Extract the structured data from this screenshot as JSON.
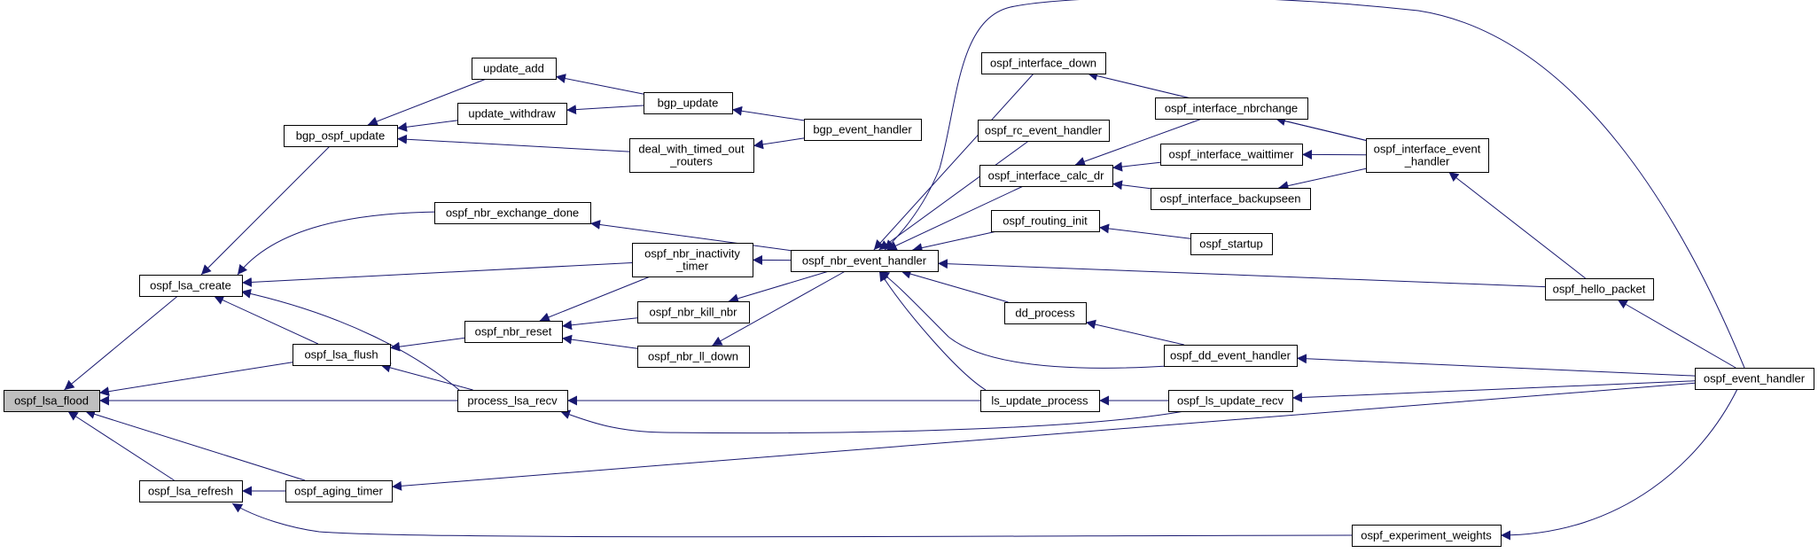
{
  "colors": {
    "edge": "#191970",
    "node_border": "#000000",
    "node_fill": "#ffffff",
    "root_fill": "#bfbfbf"
  },
  "nodes": [
    {
      "id": "ospf_lsa_flood",
      "lines": [
        "ospf_lsa_flood"
      ]
    },
    {
      "id": "ospf_lsa_create",
      "lines": [
        "ospf_lsa_create"
      ]
    },
    {
      "id": "ospf_lsa_refresh",
      "lines": [
        "ospf_lsa_refresh"
      ]
    },
    {
      "id": "bgp_ospf_update",
      "lines": [
        "bgp_ospf_update"
      ]
    },
    {
      "id": "ospf_lsa_flush",
      "lines": [
        "ospf_lsa_flush"
      ]
    },
    {
      "id": "ospf_aging_timer",
      "lines": [
        "ospf_aging_timer"
      ]
    },
    {
      "id": "update_add",
      "lines": [
        "update_add"
      ]
    },
    {
      "id": "update_withdraw",
      "lines": [
        "update_withdraw"
      ]
    },
    {
      "id": "ospf_nbr_exchange_done",
      "lines": [
        "ospf_nbr_exchange_done"
      ]
    },
    {
      "id": "ospf_nbr_reset",
      "lines": [
        "ospf_nbr_reset"
      ]
    },
    {
      "id": "process_lsa_recv",
      "lines": [
        "process_lsa_recv"
      ]
    },
    {
      "id": "deal_with_timed_out_routers",
      "lines": [
        "deal_with_timed_out",
        "_routers"
      ]
    },
    {
      "id": "ospf_nbr_inactivity_timer",
      "lines": [
        "ospf_nbr_inactivity",
        "_timer"
      ]
    },
    {
      "id": "ospf_nbr_kill_nbr",
      "lines": [
        "ospf_nbr_kill_nbr"
      ]
    },
    {
      "id": "ospf_nbr_ll_down",
      "lines": [
        "ospf_nbr_ll_down"
      ]
    },
    {
      "id": "bgp_update",
      "lines": [
        "bgp_update"
      ]
    },
    {
      "id": "ospf_nbr_event_handler",
      "lines": [
        "ospf_nbr_event_handler"
      ]
    },
    {
      "id": "bgp_event_handler",
      "lines": [
        "bgp_event_handler"
      ]
    },
    {
      "id": "ospf_interface_down",
      "lines": [
        "ospf_interface_down"
      ]
    },
    {
      "id": "ospf_rc_event_handler",
      "lines": [
        "ospf_rc_event_handler"
      ]
    },
    {
      "id": "ospf_interface_calc_dr",
      "lines": [
        "ospf_interface_calc_dr"
      ]
    },
    {
      "id": "ospf_routing_init",
      "lines": [
        "ospf_routing_init"
      ]
    },
    {
      "id": "dd_process",
      "lines": [
        "dd_process"
      ]
    },
    {
      "id": "ls_update_process",
      "lines": [
        "ls_update_process"
      ]
    },
    {
      "id": "ospf_interface_nbrchange",
      "lines": [
        "ospf_interface_nbrchange"
      ]
    },
    {
      "id": "ospf_interface_waittimer",
      "lines": [
        "ospf_interface_waittimer"
      ]
    },
    {
      "id": "ospf_interface_backupseen",
      "lines": [
        "ospf_interface_backupseen"
      ]
    },
    {
      "id": "ospf_startup",
      "lines": [
        "ospf_startup"
      ]
    },
    {
      "id": "ospf_dd_event_handler",
      "lines": [
        "ospf_dd_event_handler"
      ]
    },
    {
      "id": "ospf_ls_update_recv",
      "lines": [
        "ospf_ls_update_recv"
      ]
    },
    {
      "id": "ospf_experiment_weights",
      "lines": [
        "ospf_experiment_weights"
      ]
    },
    {
      "id": "ospf_interface_event_handler",
      "lines": [
        "ospf_interface_event",
        "_handler"
      ]
    },
    {
      "id": "ospf_hello_packet",
      "lines": [
        "ospf_hello_packet"
      ]
    },
    {
      "id": "ospf_event_handler",
      "lines": [
        "ospf_event_handler"
      ]
    }
  ],
  "edges": [
    [
      "ospf_lsa_create",
      "ospf_lsa_flood"
    ],
    [
      "ospf_lsa_flush",
      "ospf_lsa_flood"
    ],
    [
      "process_lsa_recv",
      "ospf_lsa_flood"
    ],
    [
      "ospf_lsa_refresh",
      "ospf_lsa_flood"
    ],
    [
      "ospf_aging_timer",
      "ospf_lsa_flood"
    ],
    [
      "bgp_ospf_update",
      "ospf_lsa_create"
    ],
    [
      "ospf_nbr_exchange_done",
      "ospf_lsa_create"
    ],
    [
      "ospf_nbr_inactivity_timer",
      "ospf_lsa_create"
    ],
    [
      "ospf_lsa_flush",
      "ospf_lsa_create"
    ],
    [
      "process_lsa_recv",
      "ospf_lsa_create"
    ],
    [
      "update_add",
      "bgp_ospf_update"
    ],
    [
      "update_withdraw",
      "bgp_ospf_update"
    ],
    [
      "deal_with_timed_out_routers",
      "bgp_ospf_update"
    ],
    [
      "bgp_update",
      "update_add"
    ],
    [
      "bgp_update",
      "update_withdraw"
    ],
    [
      "bgp_event_handler",
      "bgp_update"
    ],
    [
      "bgp_event_handler",
      "deal_with_timed_out_routers"
    ],
    [
      "ospf_nbr_event_handler",
      "ospf_nbr_exchange_done"
    ],
    [
      "ospf_nbr_event_handler",
      "ospf_nbr_inactivity_timer"
    ],
    [
      "ospf_nbr_reset",
      "ospf_lsa_flush"
    ],
    [
      "process_lsa_recv",
      "ospf_lsa_flush"
    ],
    [
      "ospf_nbr_inactivity_timer",
      "ospf_nbr_reset"
    ],
    [
      "ospf_nbr_kill_nbr",
      "ospf_nbr_reset"
    ],
    [
      "ospf_nbr_ll_down",
      "ospf_nbr_reset"
    ],
    [
      "ospf_nbr_event_handler",
      "ospf_nbr_kill_nbr"
    ],
    [
      "ospf_nbr_event_handler",
      "ospf_nbr_ll_down"
    ],
    [
      "ls_update_process",
      "process_lsa_recv"
    ],
    [
      "ospf_ls_update_recv",
      "process_lsa_recv"
    ],
    [
      "ospf_aging_timer",
      "ospf_lsa_refresh"
    ],
    [
      "ospf_experiment_weights",
      "ospf_lsa_refresh"
    ],
    [
      "ospf_event_handler",
      "ospf_aging_timer"
    ],
    [
      "ospf_interface_down",
      "ospf_nbr_event_handler"
    ],
    [
      "ospf_rc_event_handler",
      "ospf_nbr_event_handler"
    ],
    [
      "ospf_interface_calc_dr",
      "ospf_nbr_event_handler"
    ],
    [
      "ospf_routing_init",
      "ospf_nbr_event_handler"
    ],
    [
      "dd_process",
      "ospf_nbr_event_handler"
    ],
    [
      "ospf_dd_event_handler",
      "ospf_nbr_event_handler"
    ],
    [
      "ls_update_process",
      "ospf_nbr_event_handler"
    ],
    [
      "ospf_hello_packet",
      "ospf_nbr_event_handler"
    ],
    [
      "ospf_event_handler",
      "ospf_nbr_event_handler"
    ],
    [
      "ospf_interface_event_handler",
      "ospf_interface_down"
    ],
    [
      "ospf_interface_nbrchange",
      "ospf_interface_calc_dr"
    ],
    [
      "ospf_interface_waittimer",
      "ospf_interface_calc_dr"
    ],
    [
      "ospf_interface_backupseen",
      "ospf_interface_calc_dr"
    ],
    [
      "ospf_interface_event_handler",
      "ospf_interface_nbrchange"
    ],
    [
      "ospf_interface_event_handler",
      "ospf_interface_waittimer"
    ],
    [
      "ospf_interface_event_handler",
      "ospf_interface_backupseen"
    ],
    [
      "ospf_hello_packet",
      "ospf_interface_event_handler"
    ],
    [
      "ospf_startup",
      "ospf_routing_init"
    ],
    [
      "ospf_dd_event_handler",
      "dd_process"
    ],
    [
      "ospf_ls_update_recv",
      "ls_update_process"
    ],
    [
      "ospf_event_handler",
      "ospf_dd_event_handler"
    ],
    [
      "ospf_event_handler",
      "ospf_ls_update_recv"
    ],
    [
      "ospf_event_handler",
      "ospf_hello_packet"
    ],
    [
      "ospf_event_handler",
      "ospf_experiment_weights"
    ]
  ]
}
